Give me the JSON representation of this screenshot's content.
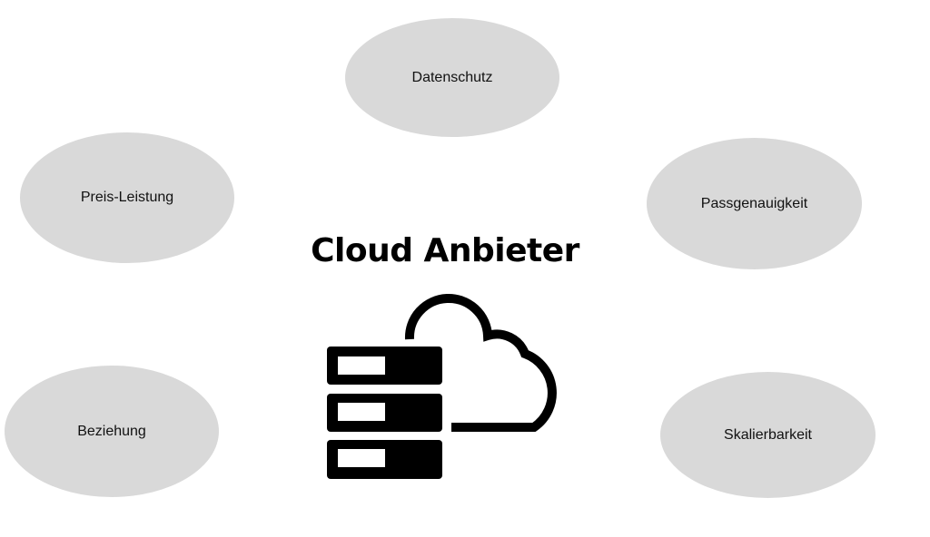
{
  "title": "Cloud Anbieter",
  "nodes": {
    "datenschutz": "Datenschutz",
    "preis_leistung": "Preis-Leistung",
    "passgenauigkeit": "Passgenauigkeit",
    "beziehung": "Beziehung",
    "skalierbarkeit": "Skalierbarkeit"
  },
  "colors": {
    "ellipse": "#d9d9d9",
    "icon": "#000000"
  },
  "icon": "cloud-server-icon"
}
